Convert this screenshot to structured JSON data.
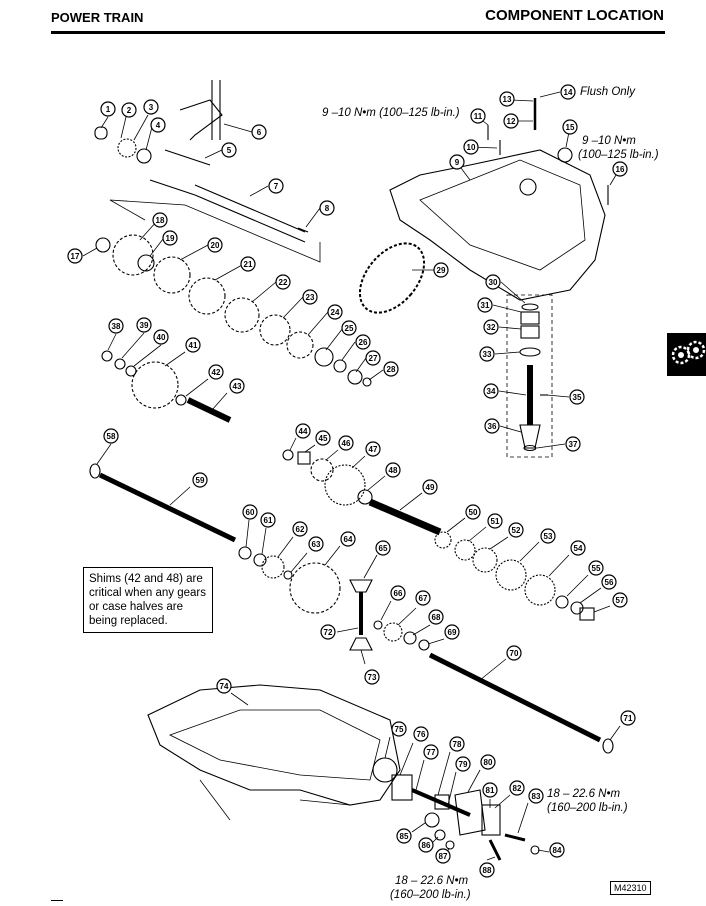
{
  "header": {
    "left": "POWER TRAIN",
    "right": "COMPONENT LOCATION"
  },
  "note": "Shims (42 and 48) are critical when any gears or case halves are being replaced.",
  "torque": {
    "t1": "9 –10 N•m (100–125 lb-in.)",
    "t2": "Flush Only",
    "t3a": "9 –10 N•m",
    "t3b": "(100–125 lb-in.)",
    "t4a": "18 – 22.6 N•m",
    "t4b": "(160–200 lb-in.)",
    "t5a": "18 – 22.6 N•m",
    "t5b": "(160–200 lb-in.)"
  },
  "figure_ref": "M42310",
  "icons": {
    "section_tab": "gears-icon"
  },
  "callouts": [
    "1",
    "2",
    "3",
    "4",
    "5",
    "6",
    "7",
    "8",
    "9",
    "10",
    "11",
    "12",
    "13",
    "14",
    "15",
    "16",
    "17",
    "18",
    "19",
    "20",
    "21",
    "22",
    "23",
    "24",
    "25",
    "26",
    "27",
    "28",
    "29",
    "30",
    "31",
    "32",
    "33",
    "34",
    "35",
    "36",
    "37",
    "38",
    "39",
    "40",
    "41",
    "42",
    "43",
    "44",
    "45",
    "46",
    "47",
    "48",
    "49",
    "50",
    "51",
    "52",
    "53",
    "54",
    "55",
    "56",
    "57",
    "58",
    "59",
    "60",
    "61",
    "62",
    "63",
    "64",
    "65",
    "66",
    "67",
    "68",
    "69",
    "70",
    "71",
    "72",
    "73",
    "74",
    "75",
    "76",
    "77",
    "78",
    "79",
    "80",
    "81",
    "82",
    "83",
    "84",
    "85",
    "86",
    "87",
    "88"
  ]
}
